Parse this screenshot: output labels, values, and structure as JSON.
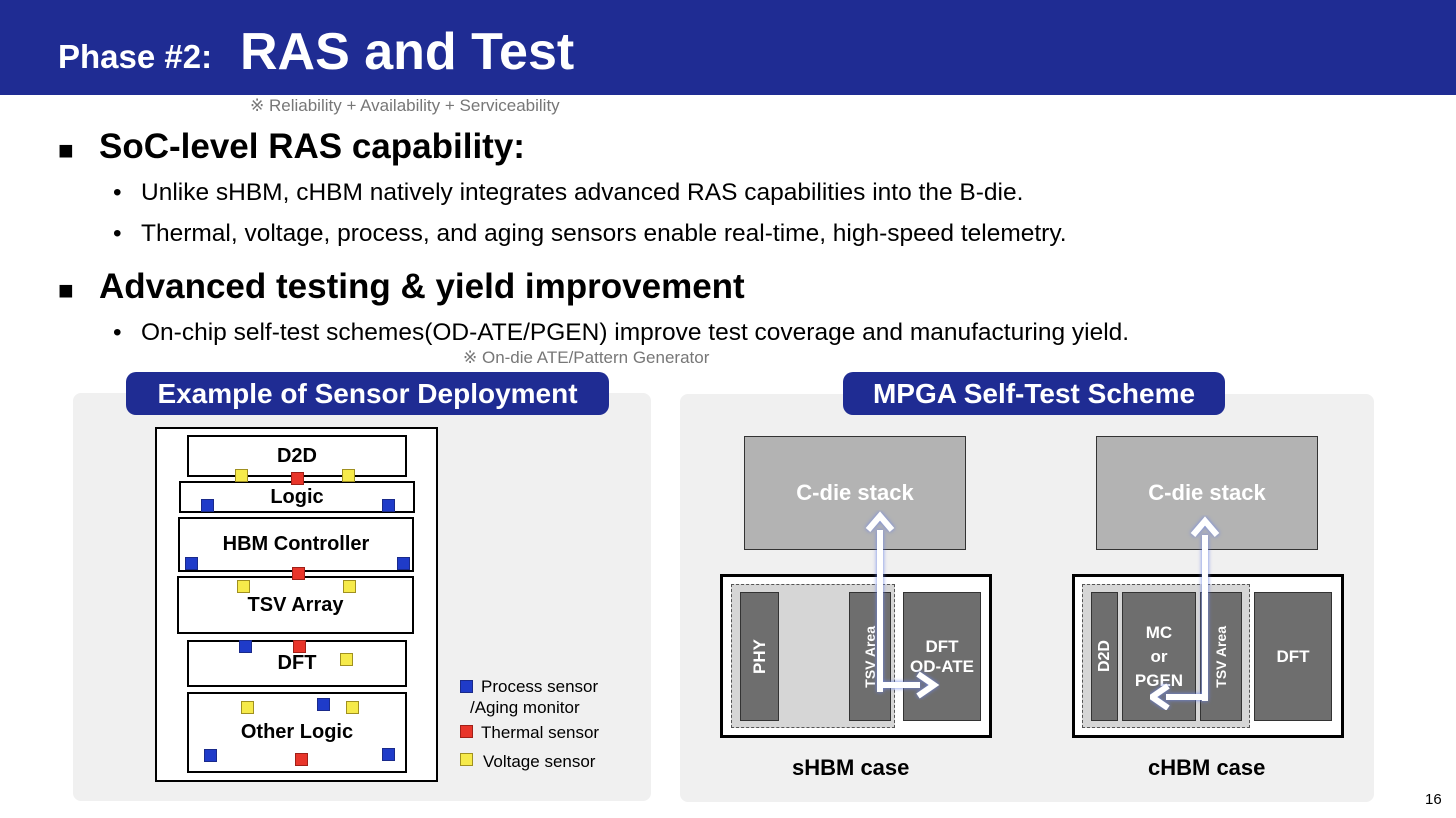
{
  "header": {
    "title_prefix": "Phase #2:",
    "title_main": "RAS and Test",
    "ras_note": "※ Reliability + Availability + Serviceability"
  },
  "sections": [
    {
      "marker": "■",
      "heading": "SoC-level RAS capability:",
      "bullets": [
        "Unlike sHBM, cHBM natively integrates advanced RAS capabilities into the B-die.",
        "Thermal, voltage, process, and aging sensors enable real-time, high-speed telemetry."
      ]
    },
    {
      "marker": "■",
      "heading": "Advanced testing & yield improvement",
      "bullets": [
        "On-chip self-test schemes(OD-ATE/PGEN) improve test coverage and manufacturing yield."
      ],
      "note": "※ On-die ATE/Pattern Generator"
    }
  ],
  "bullet_symbol": "•",
  "sensor_panel": {
    "title": "Example of Sensor Deployment",
    "blocks": [
      "D2D",
      "Logic",
      "HBM Controller",
      "TSV Array",
      "DFT",
      "Other Logic"
    ],
    "legend": {
      "process": [
        "Process sensor",
        "/Aging monitor"
      ],
      "thermal": "Thermal sensor",
      "voltage": "Voltage sensor"
    },
    "colors": {
      "process": "#1f3bc9",
      "thermal": "#e8352a",
      "voltage": "#f6ea4a"
    }
  },
  "selftest_panel": {
    "title": "MPGA Self-Test Scheme",
    "shbm": {
      "c_die": "C-die stack",
      "phy": "PHY",
      "tsv": "TSV Area",
      "dft": [
        "DFT",
        "OD-ATE"
      ],
      "caption": "sHBM case"
    },
    "chbm": {
      "c_die": "C-die stack",
      "d2d": "D2D",
      "mc": [
        "MC",
        "or",
        "PGEN"
      ],
      "tsv": "TSV Area",
      "dft": "DFT",
      "caption": "cHBM case"
    }
  },
  "page_number": "16",
  "theme": {
    "header_blue": "#1f2c93",
    "panel_gray": "#f0f0f0"
  }
}
